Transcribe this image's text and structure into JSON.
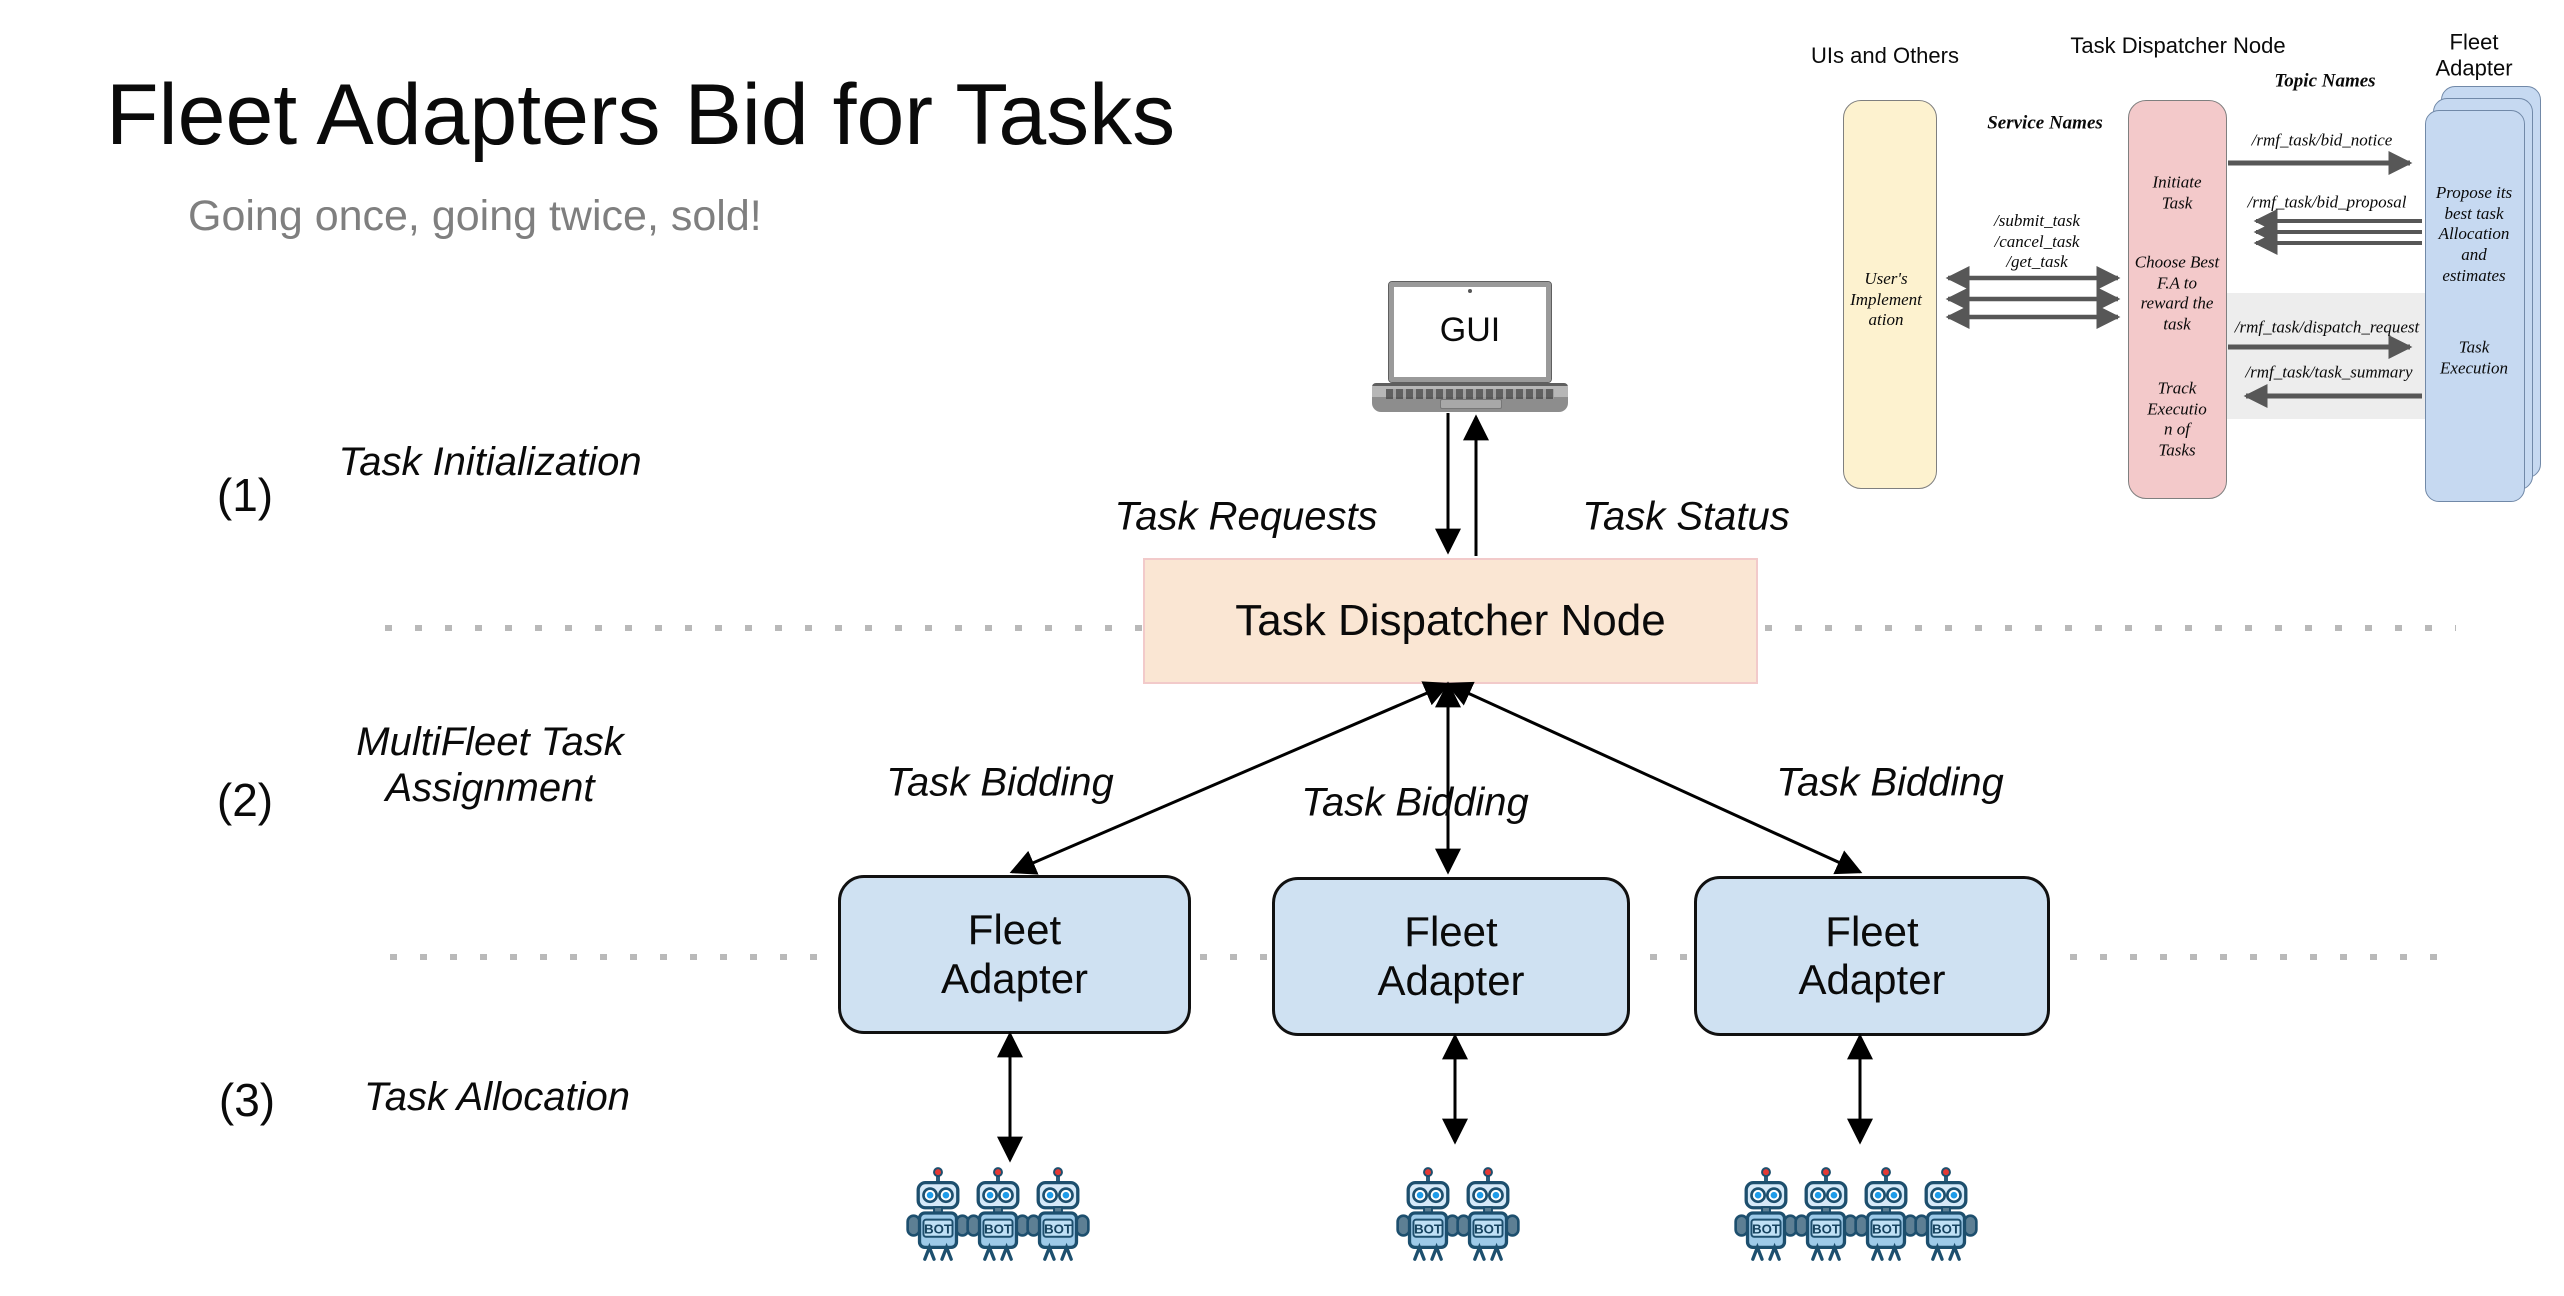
{
  "slide": {
    "title": "Fleet Adapters Bid for Tasks",
    "subtitle": "Going once, going twice, sold!"
  },
  "steps": [
    {
      "number": "(1)",
      "label": "Task Initialization"
    },
    {
      "number": "(2)",
      "label": "MultiFleet Task\nAssignment"
    },
    {
      "number": "(3)",
      "label": "Task Allocation"
    }
  ],
  "main_diagram": {
    "gui_label": "GUI",
    "dispatcher_label": "Task Dispatcher Node",
    "task_requests_label": "Task Requests",
    "task_status_label": "Task Status",
    "task_bidding_labels": [
      "Task Bidding",
      "Task Bidding",
      "Task Bidding"
    ],
    "fleet_adapter_labels": [
      "Fleet\nAdapter",
      "Fleet\nAdapter",
      "Fleet\nAdapter"
    ],
    "robot_label": "BOT",
    "robot_groups": [
      3,
      2,
      4
    ]
  },
  "inset": {
    "headers": {
      "uis": "UIs and\nOthers",
      "dispatcher": "Task\nDispatcher\nNode",
      "fleet": "Fleet\nAdapter"
    },
    "service_names_label": "Service Names",
    "topic_names_label": "Topic Names",
    "service_calls": "/submit_task\n/cancel_task\n/get_task",
    "uis_body": "User's\nImplement\nation",
    "dispatcher_actions": {
      "initiate": "Initiate\nTask",
      "choose": "Choose Best\nF.A to\nreward the\ntask",
      "track": "Track\nExecutio\nn of\nTasks"
    },
    "fleet_actions": {
      "propose": "Propose its\nbest task\nAllocation\nand\nestimates",
      "execute": "Task\nExecution"
    },
    "topics": {
      "bid_notice": "/rmf_task/bid_notice",
      "bid_proposal": "/rmf_task/bid_proposal",
      "dispatch_request": "/rmf_task/dispatch_request",
      "task_summary": "/rmf_task/task_summary"
    }
  },
  "colors": {
    "dispatcher_fill": "#fae6d3",
    "dispatcher_border": "#f2caca",
    "fleet_fill": "#cfe1f2",
    "inset_yellow": "#fdf2cf",
    "inset_pink": "#f3c9ca",
    "inset_blue": "#c6d9f1",
    "inset_arrow": "#575757",
    "dotted_line": "#b9b9b9",
    "subtitle_gray": "#7f7f7f"
  }
}
